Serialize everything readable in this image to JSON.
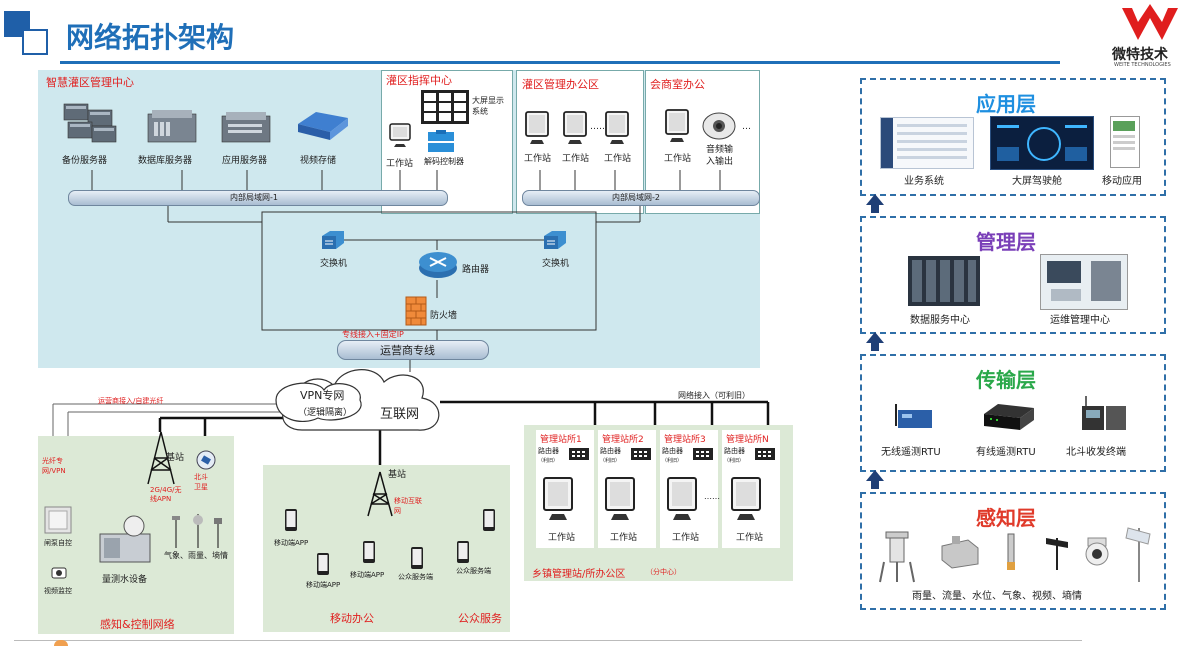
{
  "header": {
    "title": "网络拓扑架构",
    "logo_main": "微特技术",
    "logo_sub": "WEITE TECHNOLOGIES"
  },
  "hq": {
    "center_title": "智慧灌区管理中心",
    "servers": [
      "备份服务器",
      "数据库服务器",
      "应用服务器",
      "视频存储"
    ],
    "lan1": "内部局域网-1",
    "lan2": "内部局域网-2",
    "switch": "交换机",
    "router": "路由器",
    "firewall": "防火墙",
    "isp_note": "专线接入+固定IP",
    "isp_line": "运营商专线"
  },
  "command": {
    "title": "灌区指挥中心",
    "display": "大屏显示系统",
    "workstation": "工作站",
    "decoder": "解码控制器"
  },
  "office": {
    "title": "灌区管理办公区",
    "workstation": "工作站",
    "dots": "……"
  },
  "meeting": {
    "title": "会商室办公",
    "workstation": "工作站",
    "audio": "音频输入输出",
    "dots": "…"
  },
  "cloud": {
    "vpn": "VPN专网",
    "vpn_sub": "（逻辑隔离）",
    "internet": "互联网"
  },
  "perception": {
    "isp_note": "运营商接入/自建光纤",
    "fiber_note": "光纤专网/VPN",
    "base_station": "基站",
    "apn": "2G/4G/无线APN",
    "beidou": "北斗卫星",
    "pump": "闸泵自控",
    "video": "视频监控",
    "water": "量测水设备",
    "weather": "气象、雨量、墒情",
    "title": "感知&控制网络"
  },
  "mobile": {
    "base_station": "基站",
    "mobile_net": "移动互联网",
    "app1": "移动端APP",
    "app2": "移动端APP",
    "app3": "移动端APP",
    "pub1": "公众服务端",
    "pub2": "公众服务端",
    "title_mobile": "移动办公",
    "title_public": "公众服务"
  },
  "stations": {
    "net_note": "网络接入（可利旧）",
    "items": [
      {
        "name": "管理站所1",
        "router": "路由器",
        "sub": "（利旧）",
        "ws": "工作站"
      },
      {
        "name": "管理站所2",
        "router": "路由器",
        "sub": "（利旧）",
        "ws": "工作站"
      },
      {
        "name": "管理站所3",
        "router": "路由器",
        "sub": "（利旧）",
        "ws": "工作站"
      },
      {
        "name": "管理站所N",
        "router": "路由器",
        "sub": "（利旧）",
        "ws": "工作站"
      }
    ],
    "dots": "……",
    "title": "乡镇管理站/所办公区",
    "title_sub": "（分中心）"
  },
  "layers": [
    {
      "name": "应用层",
      "color": "#1e8fe0",
      "caption": [
        "业务系统",
        "大屏驾驶舱",
        "移动应用"
      ]
    },
    {
      "name": "管理层",
      "color": "#7a3fb8",
      "caption": [
        "数据服务中心",
        "运维管理中心"
      ]
    },
    {
      "name": "传输层",
      "color": "#2aa84a",
      "caption": [
        "无线遥测RTU",
        "有线遥测RTU",
        "北斗收发终端"
      ]
    },
    {
      "name": "感知层",
      "color": "#e03a2a",
      "caption": [
        "雨量、流量、水位、气象、视频、墒情"
      ]
    }
  ]
}
